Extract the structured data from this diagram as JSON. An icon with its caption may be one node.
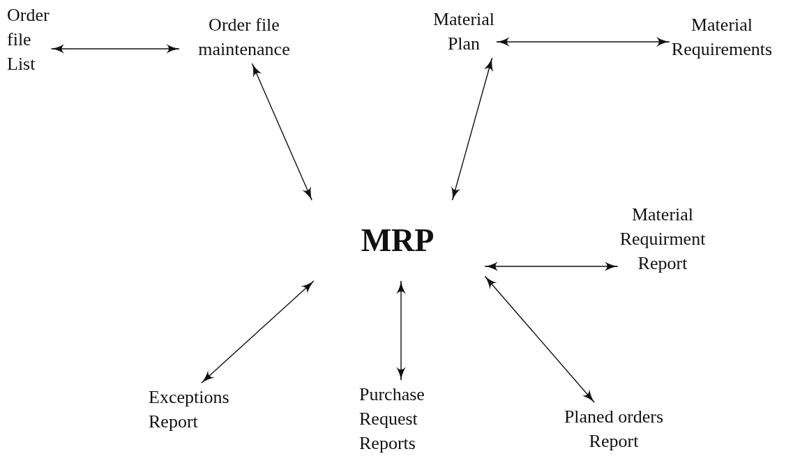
{
  "diagram": {
    "nodes": [
      {
        "text": [
          "Order file List"
        ]
      },
      {
        "text": [
          "Order file maintenance"
        ]
      },
      {
        "text": [
          "Material Plan"
        ]
      },
      {
        "text": [
          "Material Requirements"
        ]
      },
      {
        "text": [
          "MRP"
        ]
      },
      {
        "text": [
          "Material Requirment Report"
        ]
      },
      {
        "text": [
          "Exceptions Report"
        ]
      },
      {
        "text": [
          "Purchase Request Reports"
        ]
      },
      {
        "text": [
          "Planed orders Report"
        ]
      }
    ],
    "edges": [
      {
        "from": 0,
        "to": 1,
        "arrow": "both"
      },
      {
        "from": 1,
        "to": 4,
        "arrow": "both"
      },
      {
        "from": 2,
        "to": 4,
        "arrow": "both"
      },
      {
        "from": 2,
        "to": 3,
        "arrow": "both"
      },
      {
        "from": 4,
        "to": 5,
        "arrow": "both"
      },
      {
        "from": 4,
        "to": 6,
        "arrow": "both"
      },
      {
        "from": 4,
        "to": 7,
        "arrow": "both"
      },
      {
        "from": 4,
        "to": 8,
        "arrow": "both"
      }
    ]
  }
}
